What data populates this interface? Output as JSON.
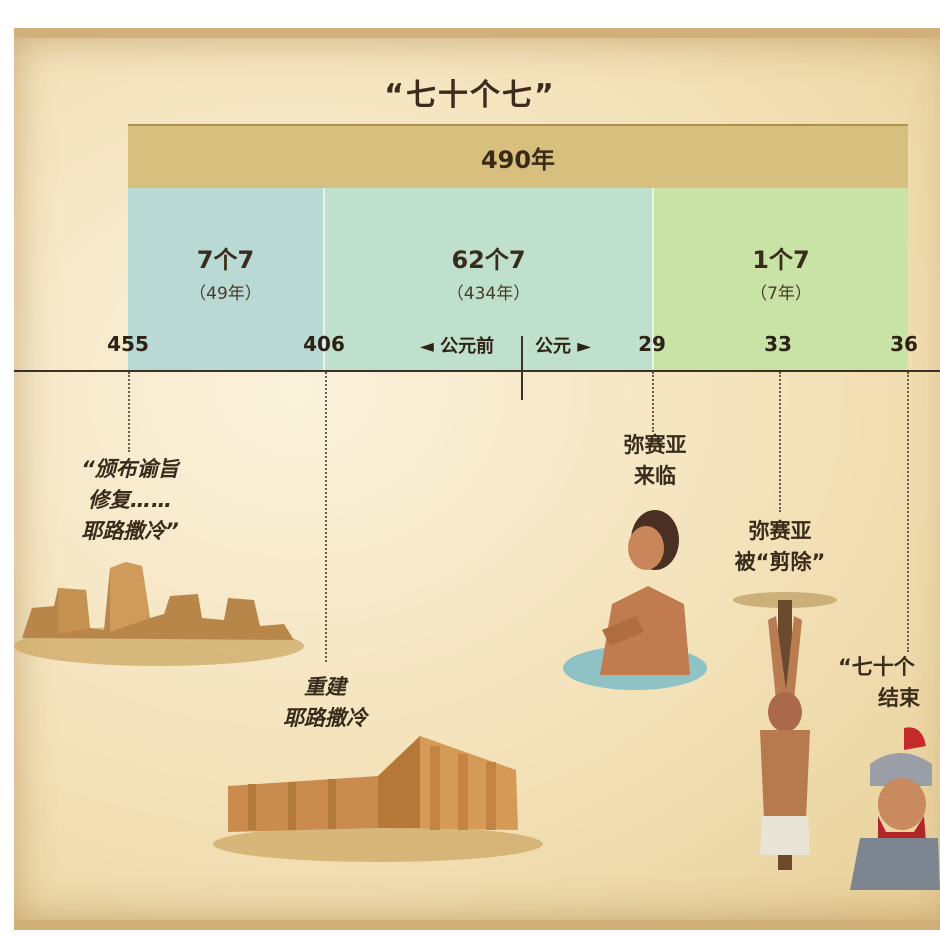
{
  "title": "“七十个七”",
  "total": "490年",
  "segments": [
    {
      "label": "7个7",
      "years": "（49年）"
    },
    {
      "label": "62个7",
      "years": "（434年）"
    },
    {
      "label": "1个7",
      "years": "（7年）"
    }
  ],
  "axis": {
    "ticks": [
      "455",
      "406",
      "29",
      "33",
      "36"
    ],
    "bce": "◄ 公元前",
    "ce": "公元 ►"
  },
  "events": {
    "decree": [
      "“颁布谕旨",
      "修复……",
      "耶路撒冷”"
    ],
    "rebuild": [
      "重建",
      "耶路撒冷"
    ],
    "messiah_appears": [
      "弥赛亚",
      "来临"
    ],
    "messiah_cut_off": [
      "弥赛亚",
      "被“剪除”"
    ],
    "seventy_end": [
      "“七十个",
      "结束"
    ]
  },
  "colors": {
    "band_total": "#d7c07e",
    "seg_a": "#b9d9d4",
    "seg_b": "#bfe0cc",
    "seg_c": "#c9e3a6",
    "parchment": "#f3e1b8"
  }
}
